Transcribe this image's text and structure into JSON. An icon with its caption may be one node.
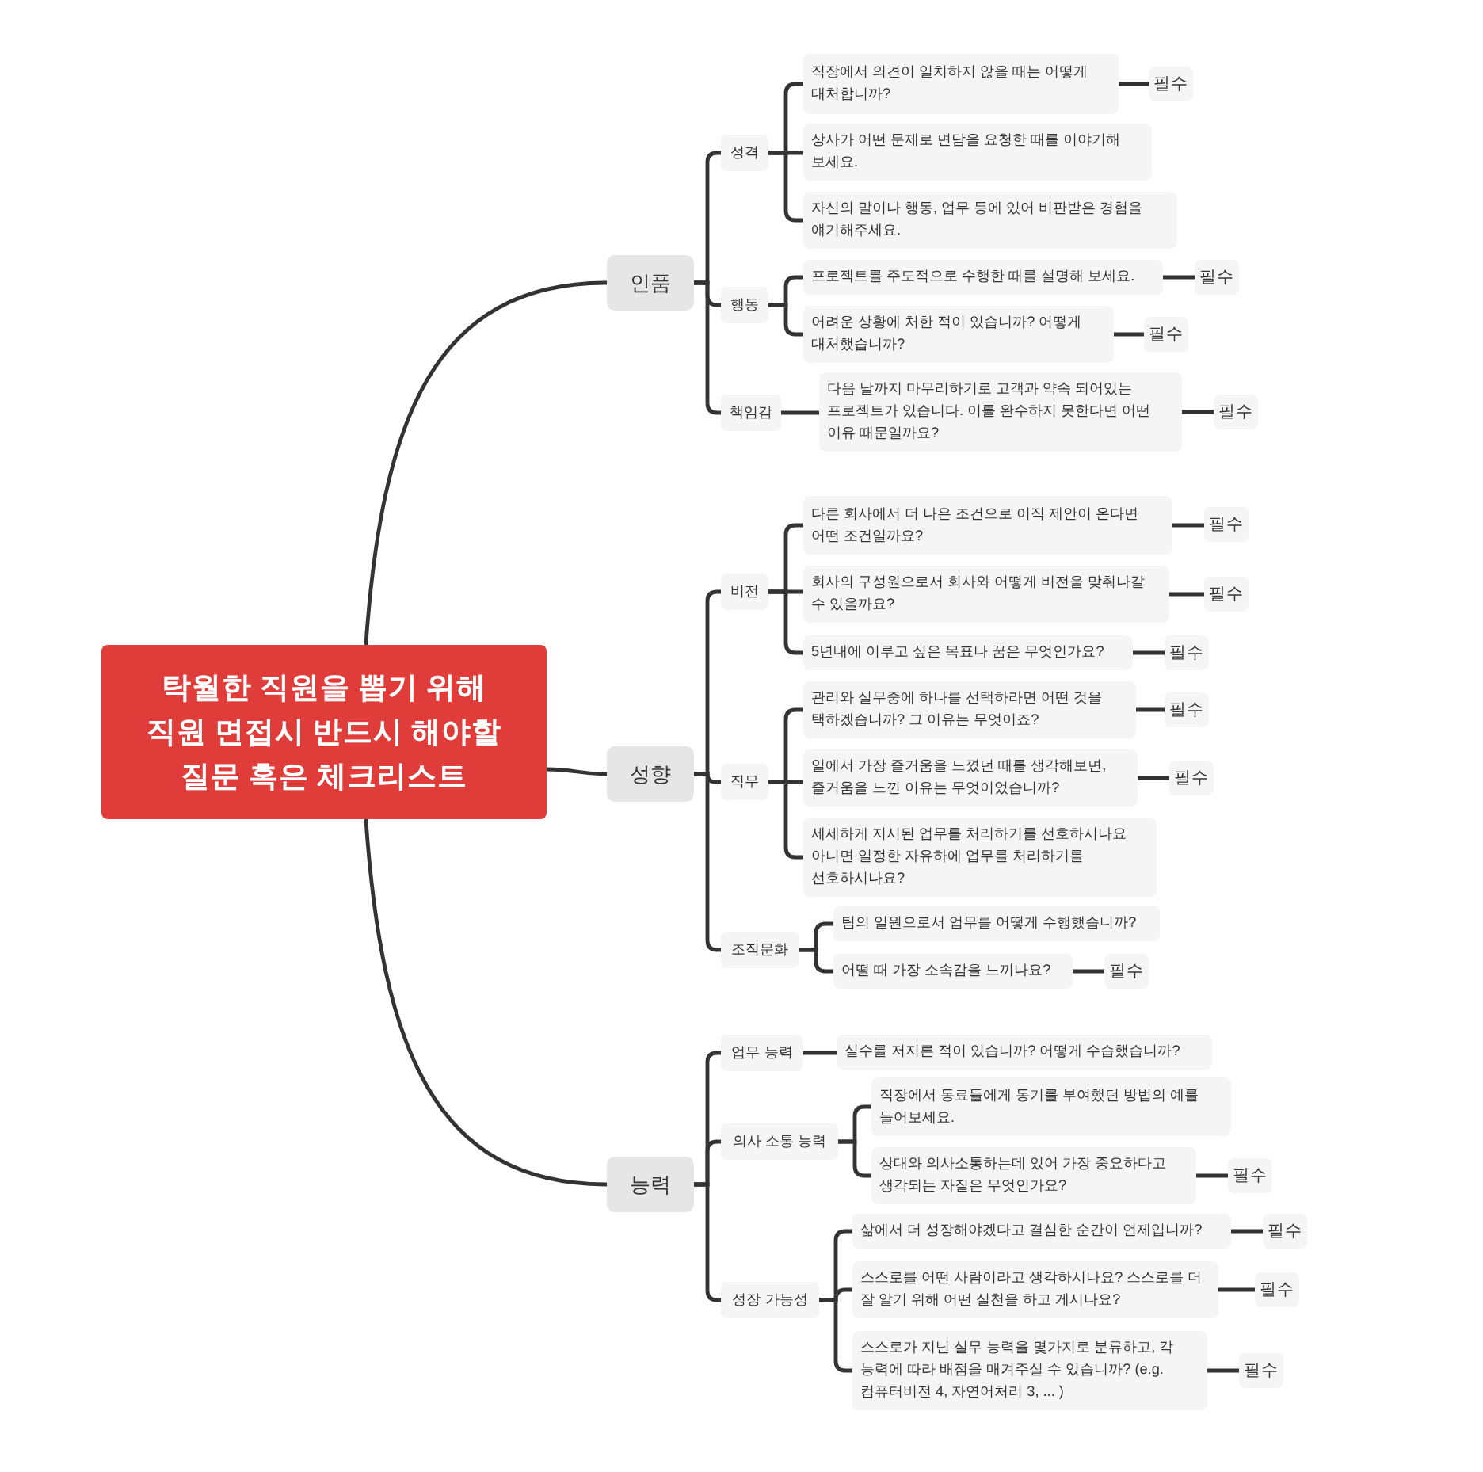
{
  "diagram": {
    "nodes": [
      {
        "text": [
          "탁월한 직원을 뽑기 위해 직원 면접시 반드시 해야할 질문 혹은 체크리스트"
        ]
      },
      {
        "text": [
          "인품"
        ]
      },
      {
        "text": [
          "성격"
        ]
      },
      {
        "text": [
          "직장에서 의견이 일치하지 않을 때는 어떻게 대처합니까?"
        ]
      },
      {
        "text": [
          "필수"
        ]
      },
      {
        "text": [
          "상사가 어떤 문제로 면담을 요청한 때를 이야기해 보세요."
        ]
      },
      {
        "text": [
          "자신의 말이나 행동, 업무 등에 있어 비판받은 경험을 얘기해주세요."
        ]
      },
      {
        "text": [
          "행동"
        ]
      },
      {
        "text": [
          "프로젝트를 주도적으로 수행한 때를 설명해 보세요."
        ]
      },
      {
        "text": [
          "필수"
        ]
      },
      {
        "text": [
          "어려운 상황에 처한 적이 있습니까? 어떻게 대처했습니까?"
        ]
      },
      {
        "text": [
          "필수"
        ]
      },
      {
        "text": [
          "책임감"
        ]
      },
      {
        "text": [
          "다음 날까지 마무리하기로 고객과 약속 되어있는 프로젝트가 있습니다. 이를 완수하지 못한다면 어떤 이유 때문일까요?"
        ]
      },
      {
        "text": [
          "필수"
        ]
      },
      {
        "text": [
          "성향"
        ]
      },
      {
        "text": [
          "비전"
        ]
      },
      {
        "text": [
          "다른 회사에서 더 나은 조건으로 이직 제안이 온다면 어떤 조건일까요?"
        ]
      },
      {
        "text": [
          "필수"
        ]
      },
      {
        "text": [
          "회사의 구성원으로서 회사와 어떻게 비전을 맞춰나갈 수 있을까요?"
        ]
      },
      {
        "text": [
          "필수"
        ]
      },
      {
        "text": [
          "5년내에 이루고 싶은 목표나 꿈은 무엇인가요?"
        ]
      },
      {
        "text": [
          "필수"
        ]
      },
      {
        "text": [
          "직무"
        ]
      },
      {
        "text": [
          "관리와 실무중에 하나를 선택하라면 어떤 것을 택하겠습니까? 그 이유는 무엇이죠?"
        ]
      },
      {
        "text": [
          "필수"
        ]
      },
      {
        "text": [
          "일에서 가장 즐거움을 느꼈던 때를 생각해보면, 즐거움을 느낀 이유는 무엇이었습니까?"
        ]
      },
      {
        "text": [
          "필수"
        ]
      },
      {
        "text": [
          "세세하게 지시된 업무를 처리하기를 선호하시나요 아니면 일정한 자유하에 업무를 처리하기를 선호하시나요?"
        ]
      },
      {
        "text": [
          "조직문화"
        ]
      },
      {
        "text": [
          "팀의 일원으로서 업무를 어떻게 수행했습니까?"
        ]
      },
      {
        "text": [
          "어떨 때 가장 소속감을 느끼나요?"
        ]
      },
      {
        "text": [
          "필수"
        ]
      },
      {
        "text": [
          "능력"
        ]
      },
      {
        "text": [
          "업무 능력"
        ]
      },
      {
        "text": [
          "실수를 저지른 적이 있습니까? 어떻게 수습했습니까?"
        ]
      },
      {
        "text": [
          "의사 소통 능력"
        ]
      },
      {
        "text": [
          "직장에서 동료들에게 동기를 부여했던 방법의 예를 들어보세요."
        ]
      },
      {
        "text": [
          "상대와 의사소통하는데 있어 가장 중요하다고 생각되는 자질은 무엇인가요?"
        ]
      },
      {
        "text": [
          "필수"
        ]
      },
      {
        "text": [
          "성장 가능성"
        ]
      },
      {
        "text": [
          "삶에서 더 성장해야겠다고 결심한 순간이 언제입니까?"
        ]
      },
      {
        "text": [
          "필수"
        ]
      },
      {
        "text": [
          "스스로를 어떤 사람이라고 생각하시나요? 스스로를 더 잘 알기 위해 어떤 실천을 하고 게시나요?"
        ]
      },
      {
        "text": [
          "필수"
        ]
      },
      {
        "text": [
          "스스로가 지닌 실무 능력을 몇가지로 분류하고, 각 능력에 따라 배점을 매겨주실 수 있습니까? (e.g. 컴퓨터비전 4, 자연어처리 3, ... )"
        ]
      },
      {
        "text": [
          "필수"
        ]
      }
    ],
    "edges": [
      {
        "from": 0,
        "to": 1,
        "arrow": "none"
      },
      {
        "from": 0,
        "to": 15,
        "arrow": "none"
      },
      {
        "from": 0,
        "to": 33,
        "arrow": "none"
      },
      {
        "from": 1,
        "to": 2,
        "arrow": "none"
      },
      {
        "from": 1,
        "to": 7,
        "arrow": "none"
      },
      {
        "from": 1,
        "to": 12,
        "arrow": "none"
      },
      {
        "from": 2,
        "to": 3,
        "arrow": "none"
      },
      {
        "from": 2,
        "to": 5,
        "arrow": "none"
      },
      {
        "from": 2,
        "to": 6,
        "arrow": "none"
      },
      {
        "from": 3,
        "to": 4,
        "arrow": "none"
      },
      {
        "from": 7,
        "to": 8,
        "arrow": "none"
      },
      {
        "from": 7,
        "to": 10,
        "arrow": "none"
      },
      {
        "from": 8,
        "to": 9,
        "arrow": "none"
      },
      {
        "from": 10,
        "to": 11,
        "arrow": "none"
      },
      {
        "from": 12,
        "to": 13,
        "arrow": "none"
      },
      {
        "from": 13,
        "to": 14,
        "arrow": "none"
      },
      {
        "from": 15,
        "to": 16,
        "arrow": "none"
      },
      {
        "from": 15,
        "to": 23,
        "arrow": "none"
      },
      {
        "from": 15,
        "to": 29,
        "arrow": "none"
      },
      {
        "from": 16,
        "to": 17,
        "arrow": "none"
      },
      {
        "from": 16,
        "to": 19,
        "arrow": "none"
      },
      {
        "from": 16,
        "to": 21,
        "arrow": "none"
      },
      {
        "from": 17,
        "to": 18,
        "arrow": "none"
      },
      {
        "from": 19,
        "to": 20,
        "arrow": "none"
      },
      {
        "from": 21,
        "to": 22,
        "arrow": "none"
      },
      {
        "from": 23,
        "to": 24,
        "arrow": "none"
      },
      {
        "from": 23,
        "to": 26,
        "arrow": "none"
      },
      {
        "from": 23,
        "to": 28,
        "arrow": "none"
      },
      {
        "from": 24,
        "to": 25,
        "arrow": "none"
      },
      {
        "from": 26,
        "to": 27,
        "arrow": "none"
      },
      {
        "from": 29,
        "to": 30,
        "arrow": "none"
      },
      {
        "from": 29,
        "to": 31,
        "arrow": "none"
      },
      {
        "from": 31,
        "to": 32,
        "arrow": "none"
      },
      {
        "from": 33,
        "to": 34,
        "arrow": "none"
      },
      {
        "from": 33,
        "to": 36,
        "arrow": "none"
      },
      {
        "from": 33,
        "to": 40,
        "arrow": "none"
      },
      {
        "from": 34,
        "to": 35,
        "arrow": "none"
      },
      {
        "from": 36,
        "to": 37,
        "arrow": "none"
      },
      {
        "from": 36,
        "to": 38,
        "arrow": "none"
      },
      {
        "from": 38,
        "to": 39,
        "arrow": "none"
      },
      {
        "from": 40,
        "to": 41,
        "arrow": "none"
      },
      {
        "from": 40,
        "to": 43,
        "arrow": "none"
      },
      {
        "from": 40,
        "to": 45,
        "arrow": "none"
      },
      {
        "from": 41,
        "to": 42,
        "arrow": "none"
      },
      {
        "from": 43,
        "to": 44,
        "arrow": "none"
      },
      {
        "from": 45,
        "to": 46,
        "arrow": "none"
      }
    ]
  }
}
